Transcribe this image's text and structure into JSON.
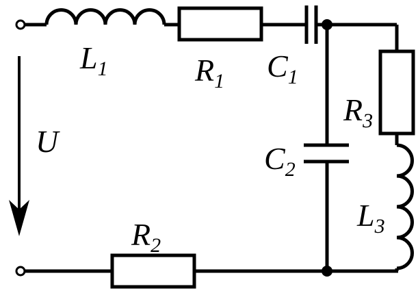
{
  "labels": {
    "source": "U",
    "L1": {
      "letter": "L",
      "sub": "1"
    },
    "R1": {
      "letter": "R",
      "sub": "1"
    },
    "C1": {
      "letter": "C",
      "sub": "1"
    },
    "R3": {
      "letter": "R",
      "sub": "3"
    },
    "C2": {
      "letter": "C",
      "sub": "2"
    },
    "L3": {
      "letter": "L",
      "sub": "3"
    },
    "R2": {
      "letter": "R",
      "sub": "2"
    }
  },
  "colors": {
    "line": "#000000",
    "background": "#ffffff"
  }
}
